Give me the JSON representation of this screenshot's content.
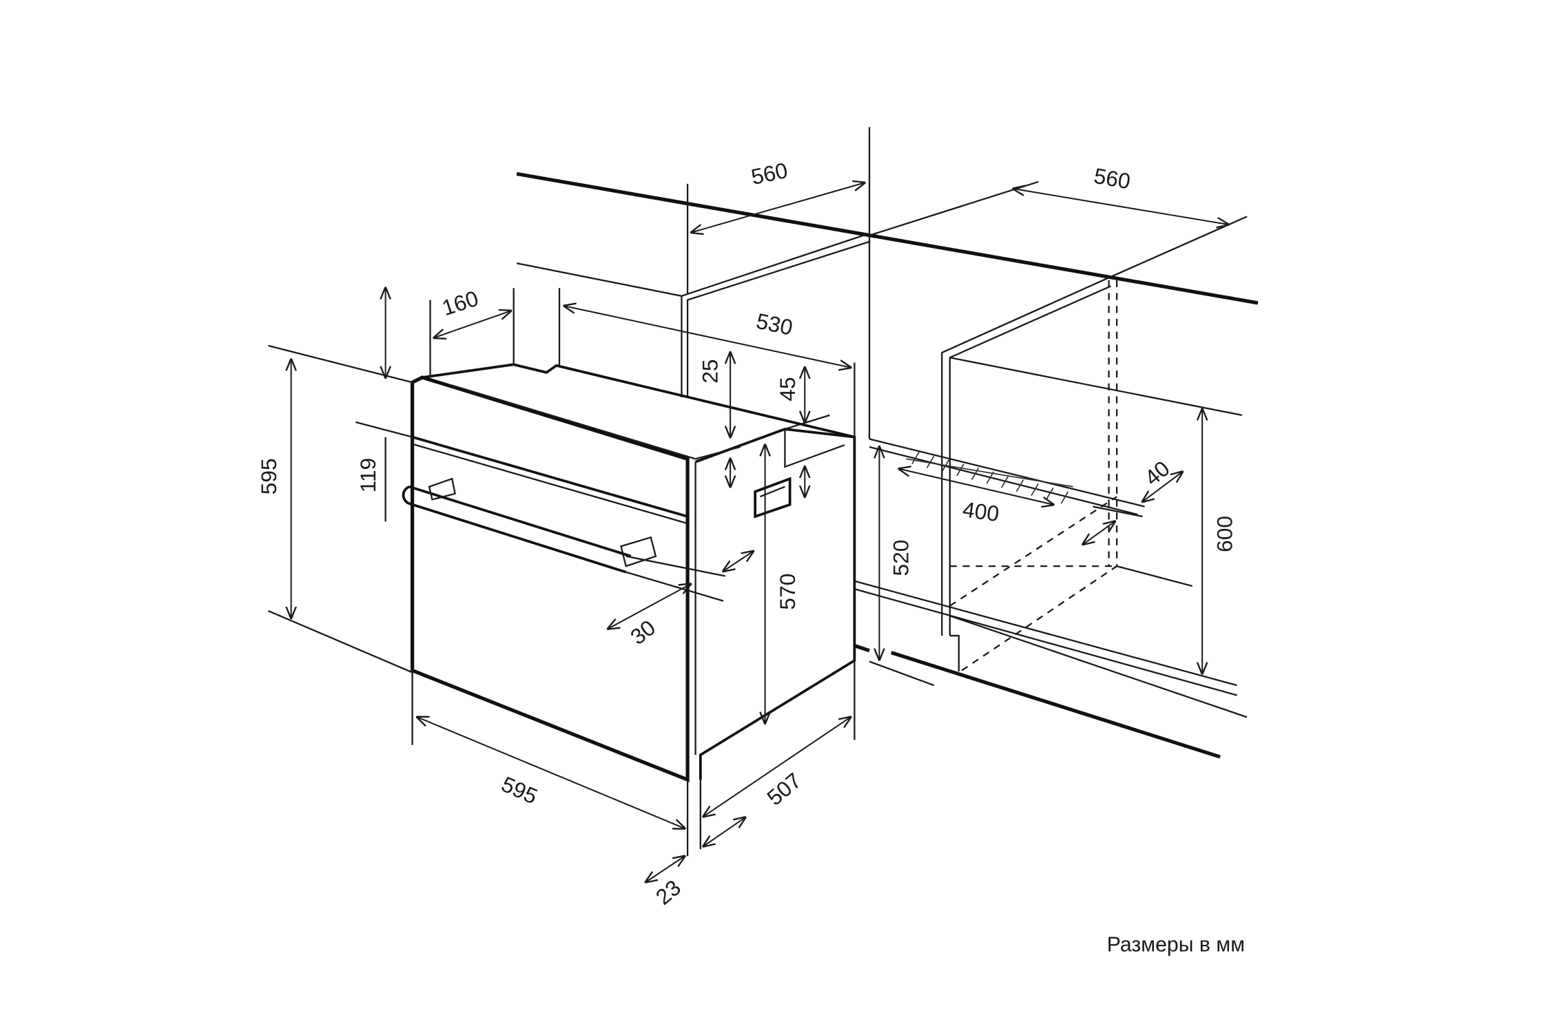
{
  "title": "Oven installation dimensions",
  "dimensions": {
    "cabinet_width_left": "560",
    "cabinet_width_right": "560",
    "oven_depth_body": "530",
    "top_offset": "160",
    "height_total": "595",
    "panel_height": "119",
    "top_gap_25": "25",
    "top_gap_45": "45",
    "handle_depth": "30",
    "body_height": "570",
    "niche_height": "520",
    "niche_height_600": "600",
    "vent_width": "400",
    "vent_depth": "40",
    "width_total": "595",
    "body_depth": "507",
    "door_thickness": "23"
  },
  "note": "Размеры в мм"
}
